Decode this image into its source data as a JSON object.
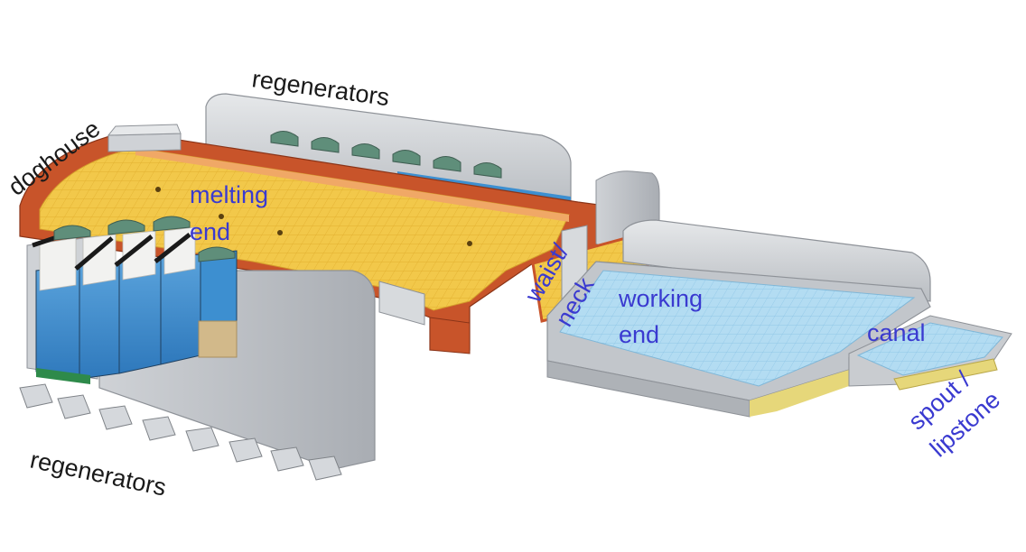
{
  "labels": {
    "regenerators_top": "regenerators",
    "doghouse": "doghouse",
    "melting_end_1": "melting",
    "melting_end_2": "end",
    "waist_1": "waist/",
    "waist_2": "neck",
    "working_end_1": "working",
    "working_end_2": "end",
    "canal": "canal",
    "spout_1": "spout /",
    "spout_2": "lipstone",
    "regenerators_bottom": "regenerators"
  },
  "colors": {
    "label_black": "#1a1a1a",
    "label_blue": "#3a3ad0",
    "melt_glass": "#f2c84a",
    "refractory_red": "#c8542a",
    "working_glass": "#a9d8f0",
    "checker_blue": "#3d8fd0",
    "structure_gray": "#c9ccd0"
  }
}
